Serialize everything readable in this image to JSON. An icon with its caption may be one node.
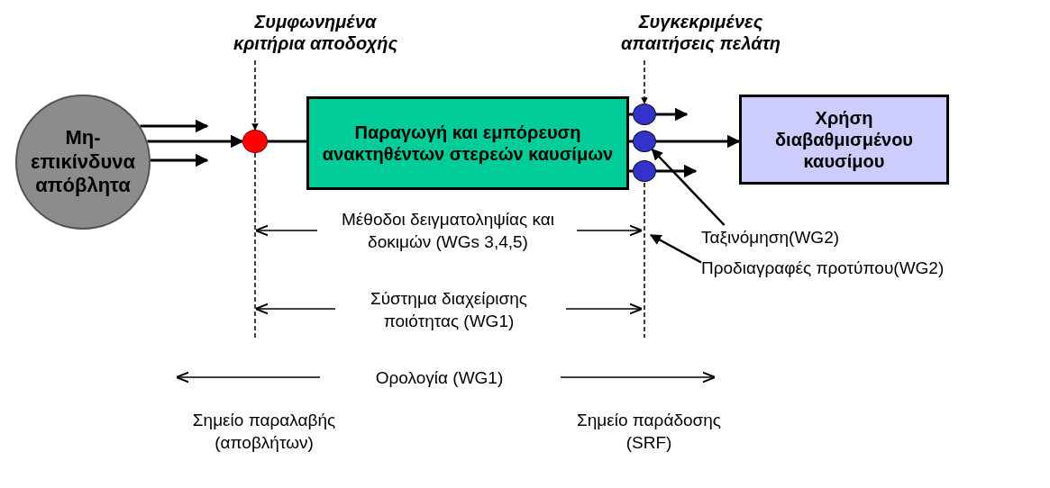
{
  "diagram": {
    "nodes": [
      {
        "text": [
          "Συμφωνημένα κριτήρια αποδοχής"
        ]
      },
      {
        "text": [
          "Συγκεκριμένες απαιτήσεις πελάτη"
        ]
      },
      {
        "text": [
          "Μη-επικίνδυνα απόβλητα"
        ]
      },
      {
        "text": [],
        "shape": "circle"
      },
      {
        "text": [
          "Παραγωγή και εμπόρευση ανακτηθέντων στερεών καυσίμων"
        ]
      },
      {
        "text": [],
        "shape": "circle"
      },
      {
        "text": [],
        "shape": "circle"
      },
      {
        "text": [],
        "shape": "circle"
      },
      {
        "text": [
          "Χρήση διαβαθμισμένου καυσίμου"
        ]
      },
      {
        "text": [
          "Ταξινόμηση(WG2)"
        ]
      },
      {
        "text": [
          "Προδιαγραφές προτύπου(WG2)"
        ]
      }
    ],
    "edges": [
      {
        "from": 0,
        "to": 3,
        "arrow": "to",
        "style": "dashed"
      },
      {
        "from": 1,
        "to": 5,
        "arrow": "to",
        "style": "dashed"
      },
      {
        "from": 2,
        "to": null,
        "arrow": "to"
      },
      {
        "from": 2,
        "to": 3,
        "arrow": "to"
      },
      {
        "from": 2,
        "to": null,
        "arrow": "to"
      },
      {
        "from": 3,
        "to": 4,
        "arrow": "none"
      },
      {
        "from": 4,
        "to": 5,
        "arrow": "none"
      },
      {
        "from": 4,
        "to": 6,
        "arrow": "none"
      },
      {
        "from": 4,
        "to": 7,
        "arrow": "none"
      },
      {
        "from": 5,
        "to": null,
        "arrow": "to"
      },
      {
        "from": 6,
        "to": 8,
        "arrow": "to"
      },
      {
        "from": 7,
        "to": null,
        "arrow": "to"
      },
      {
        "from": 9,
        "to": 6,
        "arrow": "to"
      },
      {
        "from": 10,
        "to": null,
        "arrow": "to"
      }
    ],
    "labels": [
      "Μέθοδοι δειγματοληψίας και δοκιμών (WGs 3,4,5)",
      "Σύστημα διαχείρισης ποιότητας (WG1)",
      "Ορολογία (WG1)",
      "Σημείο παραλαβής (αποβλήτων)",
      "Σημείο παράδοσης (SRF)"
    ]
  }
}
